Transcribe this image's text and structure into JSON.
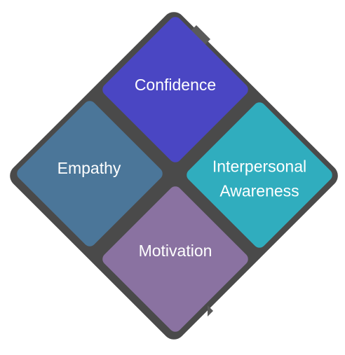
{
  "diagram": {
    "tiles": [
      {
        "id": "confidence",
        "lines": [
          "Confidence"
        ],
        "color": "#4a46c3"
      },
      {
        "id": "empathy",
        "lines": [
          "Empathy"
        ],
        "color": "#4b7699"
      },
      {
        "id": "interpersonal-awareness",
        "lines": [
          "Interpersonal",
          "Awareness"
        ],
        "color": "#30adbe"
      },
      {
        "id": "motivation",
        "lines": [
          "Motivation"
        ],
        "color": "#8a72a1"
      }
    ],
    "frame_color": "#4a4a4a"
  }
}
